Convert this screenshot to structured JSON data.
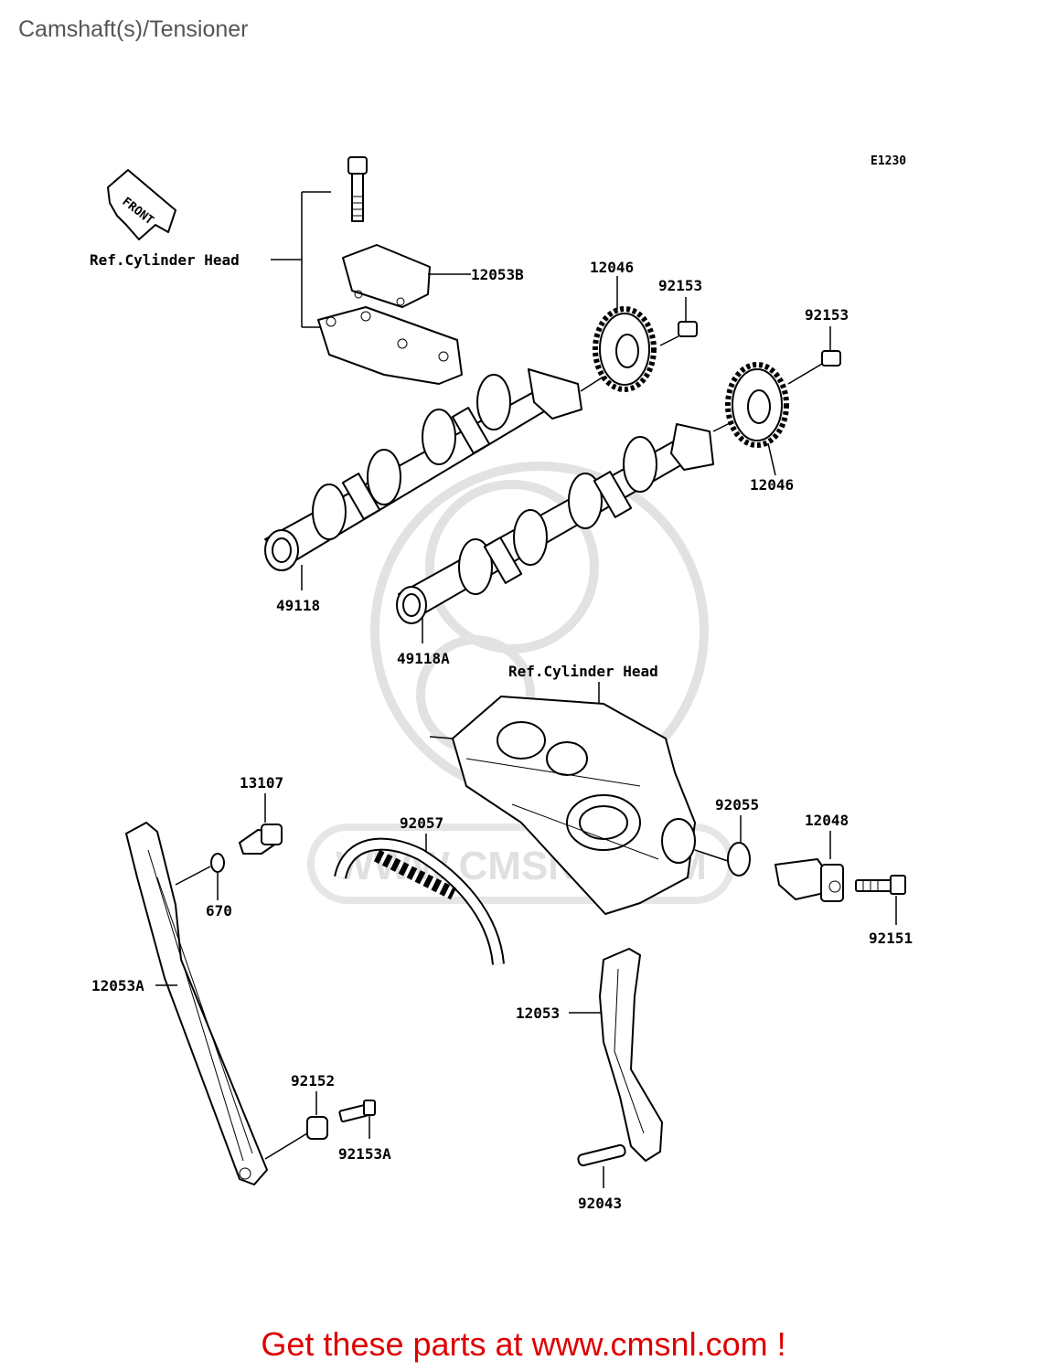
{
  "page": {
    "title": "Camshaft(s)/Tensioner",
    "diagram_code": "E1230",
    "front_arrow_label": "FRONT",
    "watermark_text": "WWW.CMSNL.COM",
    "promo_text": "Get these parts at www.cmsnl.com !"
  },
  "labels": {
    "ref_cyl_head_top": "Ref.Cylinder Head",
    "ref_cyl_head_mid": "Ref.Cylinder Head",
    "p12053B": "12053B",
    "p12046_top": "12046",
    "p92153_a": "92153",
    "p92153_b": "92153",
    "p12046_bottom": "12046",
    "p49118": "49118",
    "p49118A": "49118A",
    "p13107": "13107",
    "p92057": "92057",
    "p92055": "92055",
    "p12048": "12048",
    "p670": "670",
    "p92151": "92151",
    "p12053A": "12053A",
    "p12053": "12053",
    "p92152": "92152",
    "p92153A": "92153A",
    "p92043": "92043"
  }
}
